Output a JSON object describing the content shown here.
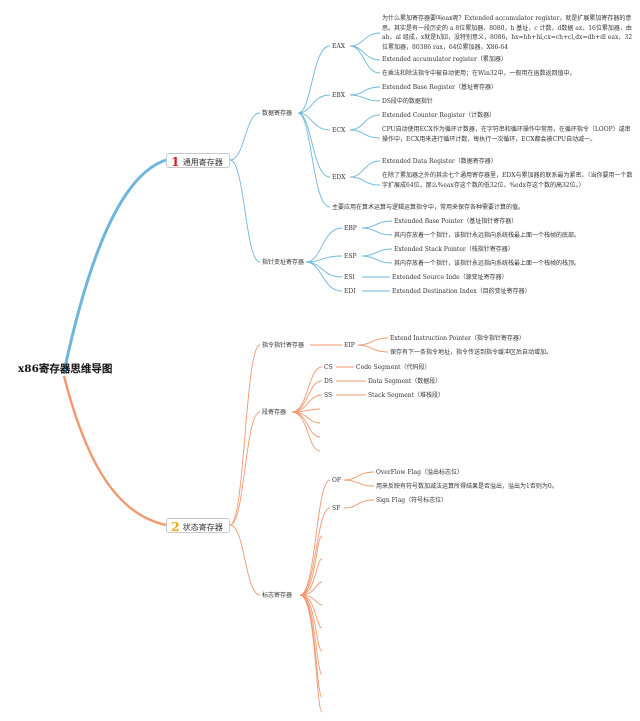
{
  "root": "x86寄存器思维导图",
  "colors": {
    "branch1": "#6fb6de",
    "branch2": "#f0986e",
    "num1": "#e02020",
    "num2": "#f0a818"
  },
  "branch1": {
    "num": "1",
    "label": "通用寄存器",
    "data_regs": {
      "label": "数据寄存器",
      "eax": {
        "label": "EAX",
        "desc1": "为什么累加寄存器要叫eax呢？Extended accumulator register，就是扩展累加寄存器的意思。其实是有一段历史的 a 8位累加器、8080，h 基址，c 计数，d数据 ax，16位累加器，由ah，al 组成，x就是h加l，没特别意义，8086，hx=hh+hl,cx=ch+cl,dx=dh+dl eax，32位累加器，80386 rax，64位累加器，X86-64",
        "name": "Extended accumulator register（累加器）",
        "desc2": "在乘法和除法指令中被自动使用；在Win32中，一般用在函数返回值中。"
      },
      "ebx": {
        "label": "EBX",
        "name": "Extended Base Register（基址寄存器）",
        "desc": "DS段中的数据指针"
      },
      "ecx": {
        "label": "ECX",
        "name": "Extended Counter Register（计数器）",
        "desc": "CPU自动使用ECX作为循环计数器，在字符串和循环操作中常用，在循环指令（LOOP）或串操作中，ECX用来进行循环计数，每执行一次循环，ECX都会被CPU自动减一。"
      },
      "edx": {
        "label": "EDX",
        "name": "Extended Data Register（数据寄存器）",
        "desc": "在除了累加器之外的其余七个通用寄存器里，EDX与累加器的联系最为紧密。（当你要用一个数字扩展成64位，那么%eax存这个数的低32位，%edx存这个数的高32位。）"
      },
      "summary": "主要应用在算术运算与逻辑运算指令中，常用来保存各种需要计算的值。"
    },
    "ptr_regs": {
      "label": "指针变址寄存器",
      "ebp": {
        "label": "EBP",
        "name": "Extended Base Pointer（基址指针寄存器）",
        "desc": "其内存放着一个指针，该指针永远指向系统栈最上面一个栈帧的底部。"
      },
      "esp": {
        "label": "ESP",
        "name": "Extended Stack Pointer（栈指针寄存器）",
        "desc": "其内存放着一个指针，该指针永远指向系统栈最上面一个栈帧的栈顶。"
      },
      "esi": {
        "label": "ESI",
        "name": "Extended Source Inde（源变址寄存器）"
      },
      "edi": {
        "label": "EDI",
        "name": "Extended Destination Index（目的变址寄存器）"
      }
    }
  },
  "branch2": {
    "num": "2",
    "label": "状态寄存器",
    "ip_regs": {
      "label": "指令指针寄存器",
      "eip": {
        "label": "EIP",
        "name": "Extend Instruction Pointer（指令指针寄存器）",
        "desc": "保存有下一条指令地址，指令传送到指令缓冲区后自动增加。"
      }
    },
    "seg_regs": {
      "label": "段寄存器",
      "cs": {
        "label": "CS",
        "name": "Code Segment（代码段）"
      },
      "ds": {
        "label": "DS",
        "name": "Data Segment（数据段）"
      },
      "ss": {
        "label": "SS",
        "name": "Stack Segment（堆栈段）"
      }
    },
    "flag_regs": {
      "label": "标志寄存器",
      "of": {
        "label": "OF",
        "name": "OverFlow Flag（溢出标志位）",
        "desc": "用来反映有符号数加减法运算所得结果是否溢出，溢出为1否则为0。"
      },
      "sf": {
        "label": "SF",
        "name": "Sign Flag（符号标志位）"
      }
    }
  }
}
